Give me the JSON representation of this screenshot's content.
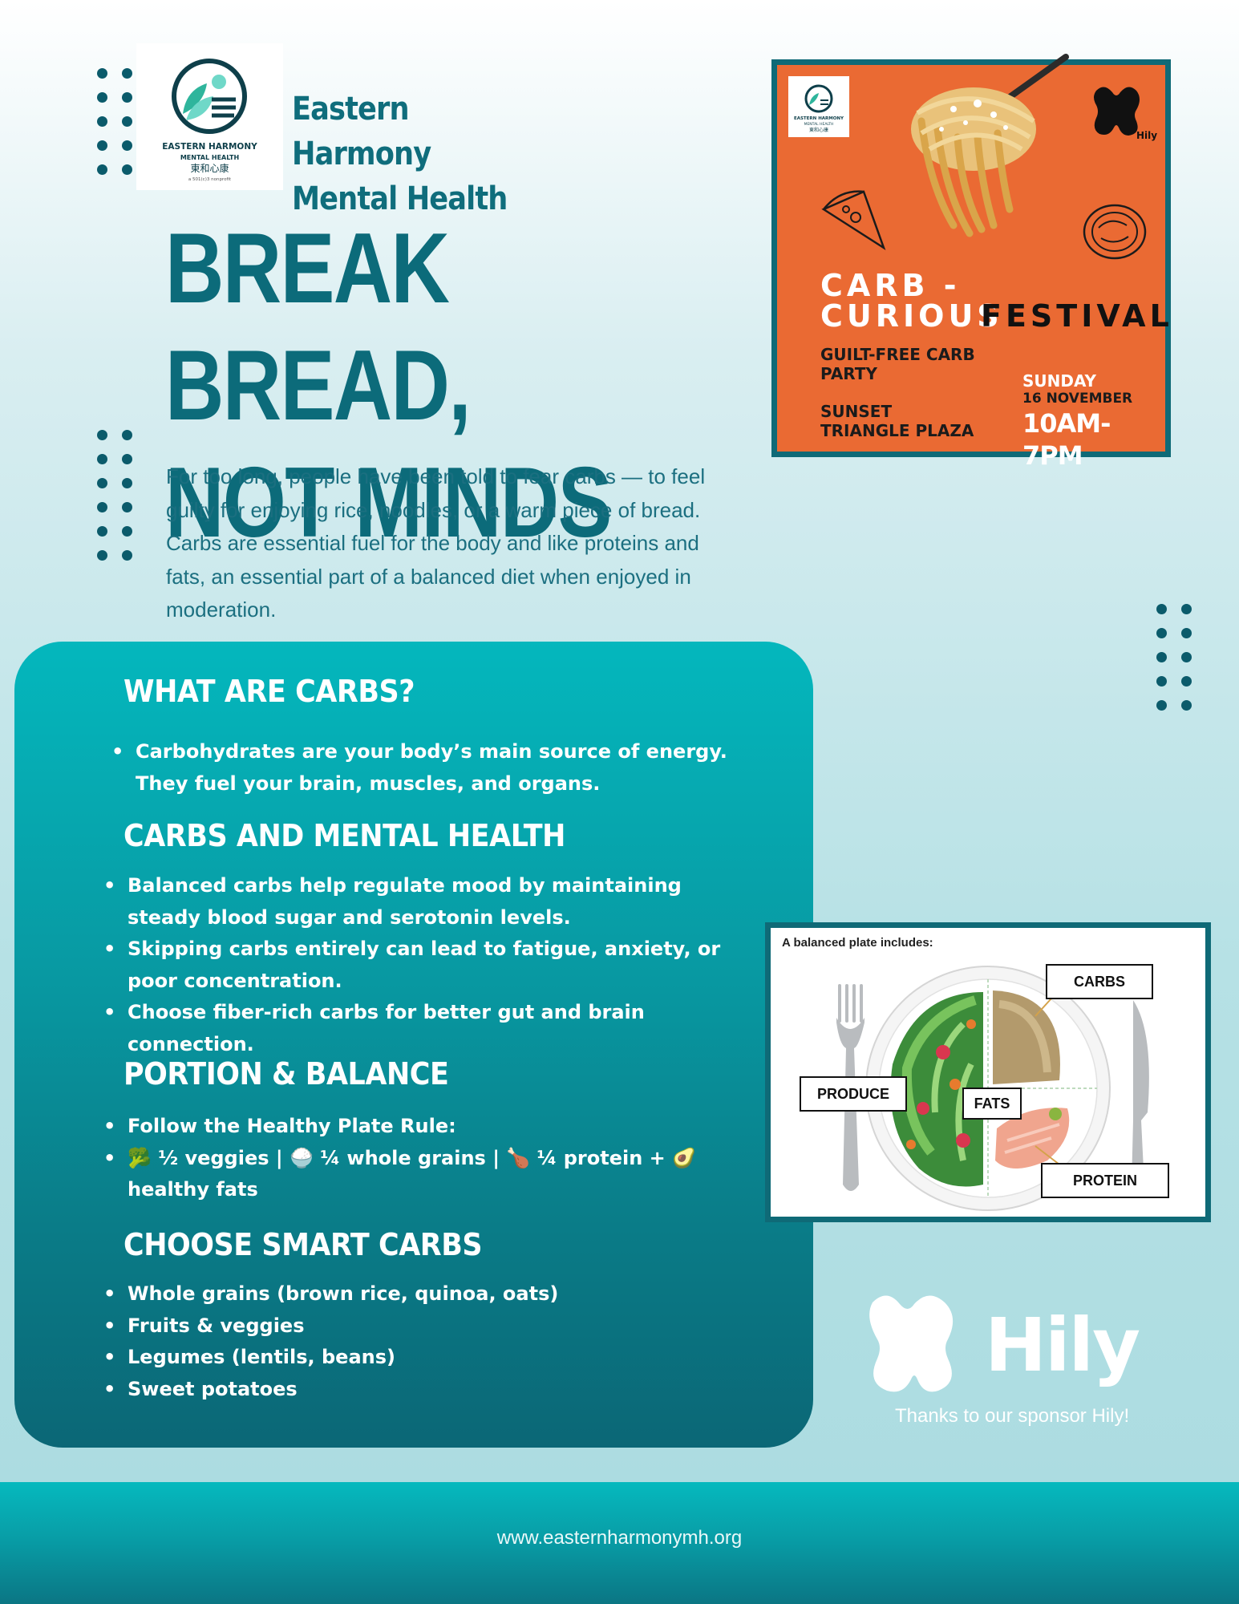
{
  "colors": {
    "teal_dark": "#0c6b7a",
    "teal_panel": "#04b7bd",
    "poster_orange": "#ea6a33",
    "white": "#ffffff"
  },
  "header": {
    "logo_text_line1": "EASTERN HARMONY",
    "logo_text_line2": "MENTAL HEALTH",
    "logo_text_chinese": "東和心康",
    "logo_text_tagline": "a 501(c)3 nonprofit",
    "org_name_line1": "Eastern Harmony",
    "org_name_line2": "Mental Health"
  },
  "headline": {
    "line1": "BREAK BREAD,",
    "line2": "NOT MINDS"
  },
  "intro": "For too long, people have been told to fear carbs — to feel guilty for enjoying rice, noodles, or a warm piece of bread. Carbs are essential fuel for the body and like proteins and fats, an essential part of a balanced diet when enjoyed in moderation.",
  "poster": {
    "brand": "Hily",
    "title_line1": "CARB -",
    "title_line2a": "CURIOUS",
    "title_line2b": "FESTIVAL",
    "subtitle_line1": "GUILT-FREE CARB",
    "subtitle_line2": "PARTY",
    "location_line1": "SUNSET",
    "location_line2": "TRIANGLE PLAZA",
    "day": "SUNDAY",
    "date": "16 NOVEMBER",
    "time": "10AM-7PM",
    "logo_line1": "EASTERN HARMONY",
    "logo_line2": "MENTAL HEALTH",
    "logo_chinese": "東和心康"
  },
  "sections": {
    "what": {
      "title": "WHAT ARE CARBS?",
      "items": [
        "Carbohydrates are your body’s main source of energy. They fuel your brain, muscles, and organs."
      ]
    },
    "mental": {
      "title": "CARBS AND MENTAL HEALTH",
      "items": [
        "Balanced carbs help regulate mood by maintaining steady blood sugar and serotonin levels.",
        "Skipping carbs entirely can lead to fatigue, anxiety, or poor concentration.",
        "Choose fiber-rich carbs for better gut and brain connection."
      ]
    },
    "portion": {
      "title": "PORTION & BALANCE",
      "items": [
        "Follow the Healthy Plate Rule:",
        "🥦 ½ veggies | 🍚 ¼ whole grains | 🍗 ¼ protein + 🥑 healthy fats"
      ]
    },
    "smart": {
      "title": "CHOOSE SMART CARBS",
      "items": [
        "Whole grains (brown rice, quinoa, oats)",
        "Fruits & veggies",
        "Legumes (lentils, beans)",
        "Sweet potatoes"
      ]
    }
  },
  "plate": {
    "caption": "A balanced plate includes:",
    "labels": {
      "carbs": "CARBS",
      "produce": "PRODUCE",
      "fats": "FATS",
      "protein": "PROTEIN"
    }
  },
  "sponsor": {
    "name": "Hily",
    "thanks": "Thanks to our sponsor Hily!"
  },
  "footer": {
    "url": "www.easternharmonymh.org"
  }
}
